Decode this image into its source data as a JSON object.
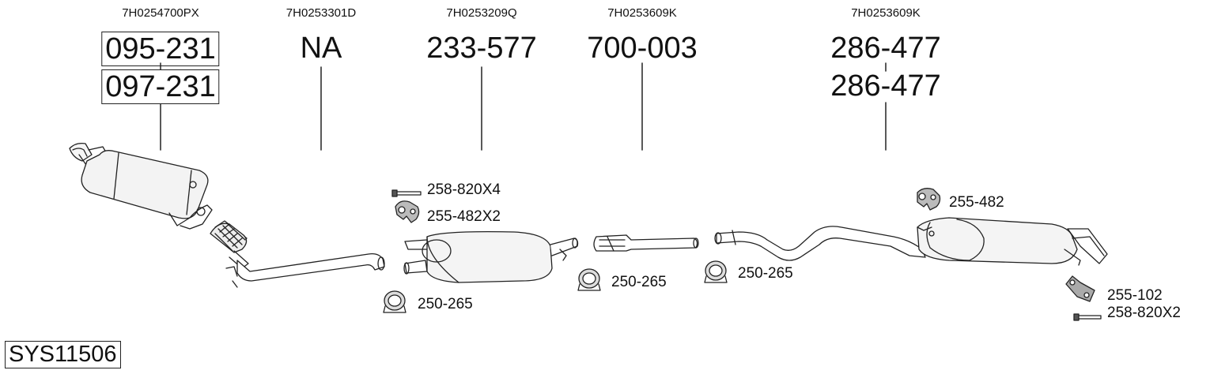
{
  "system_code": "SYS11506",
  "columns": [
    {
      "oem": "7H0254700PX",
      "parts": [
        "095-231",
        "097-231"
      ]
    },
    {
      "oem": "7H0253301D",
      "parts": [
        "NA"
      ]
    },
    {
      "oem": "7H0253209Q",
      "parts": [
        "233-577"
      ]
    },
    {
      "oem": "7H0253609K",
      "parts": [
        "700-003"
      ]
    },
    {
      "oem": "7H0253609K",
      "parts": [
        "286-477",
        "286-477"
      ]
    }
  ],
  "accessories": {
    "bolt_a": "258-820X4",
    "hanger_a": "255-482X2",
    "clamp_a": "250-265",
    "clamp_b": "250-265",
    "clamp_c": "250-265",
    "hanger_b": "255-482",
    "bracket": "255-102",
    "bolt_b": "258-820X2"
  }
}
